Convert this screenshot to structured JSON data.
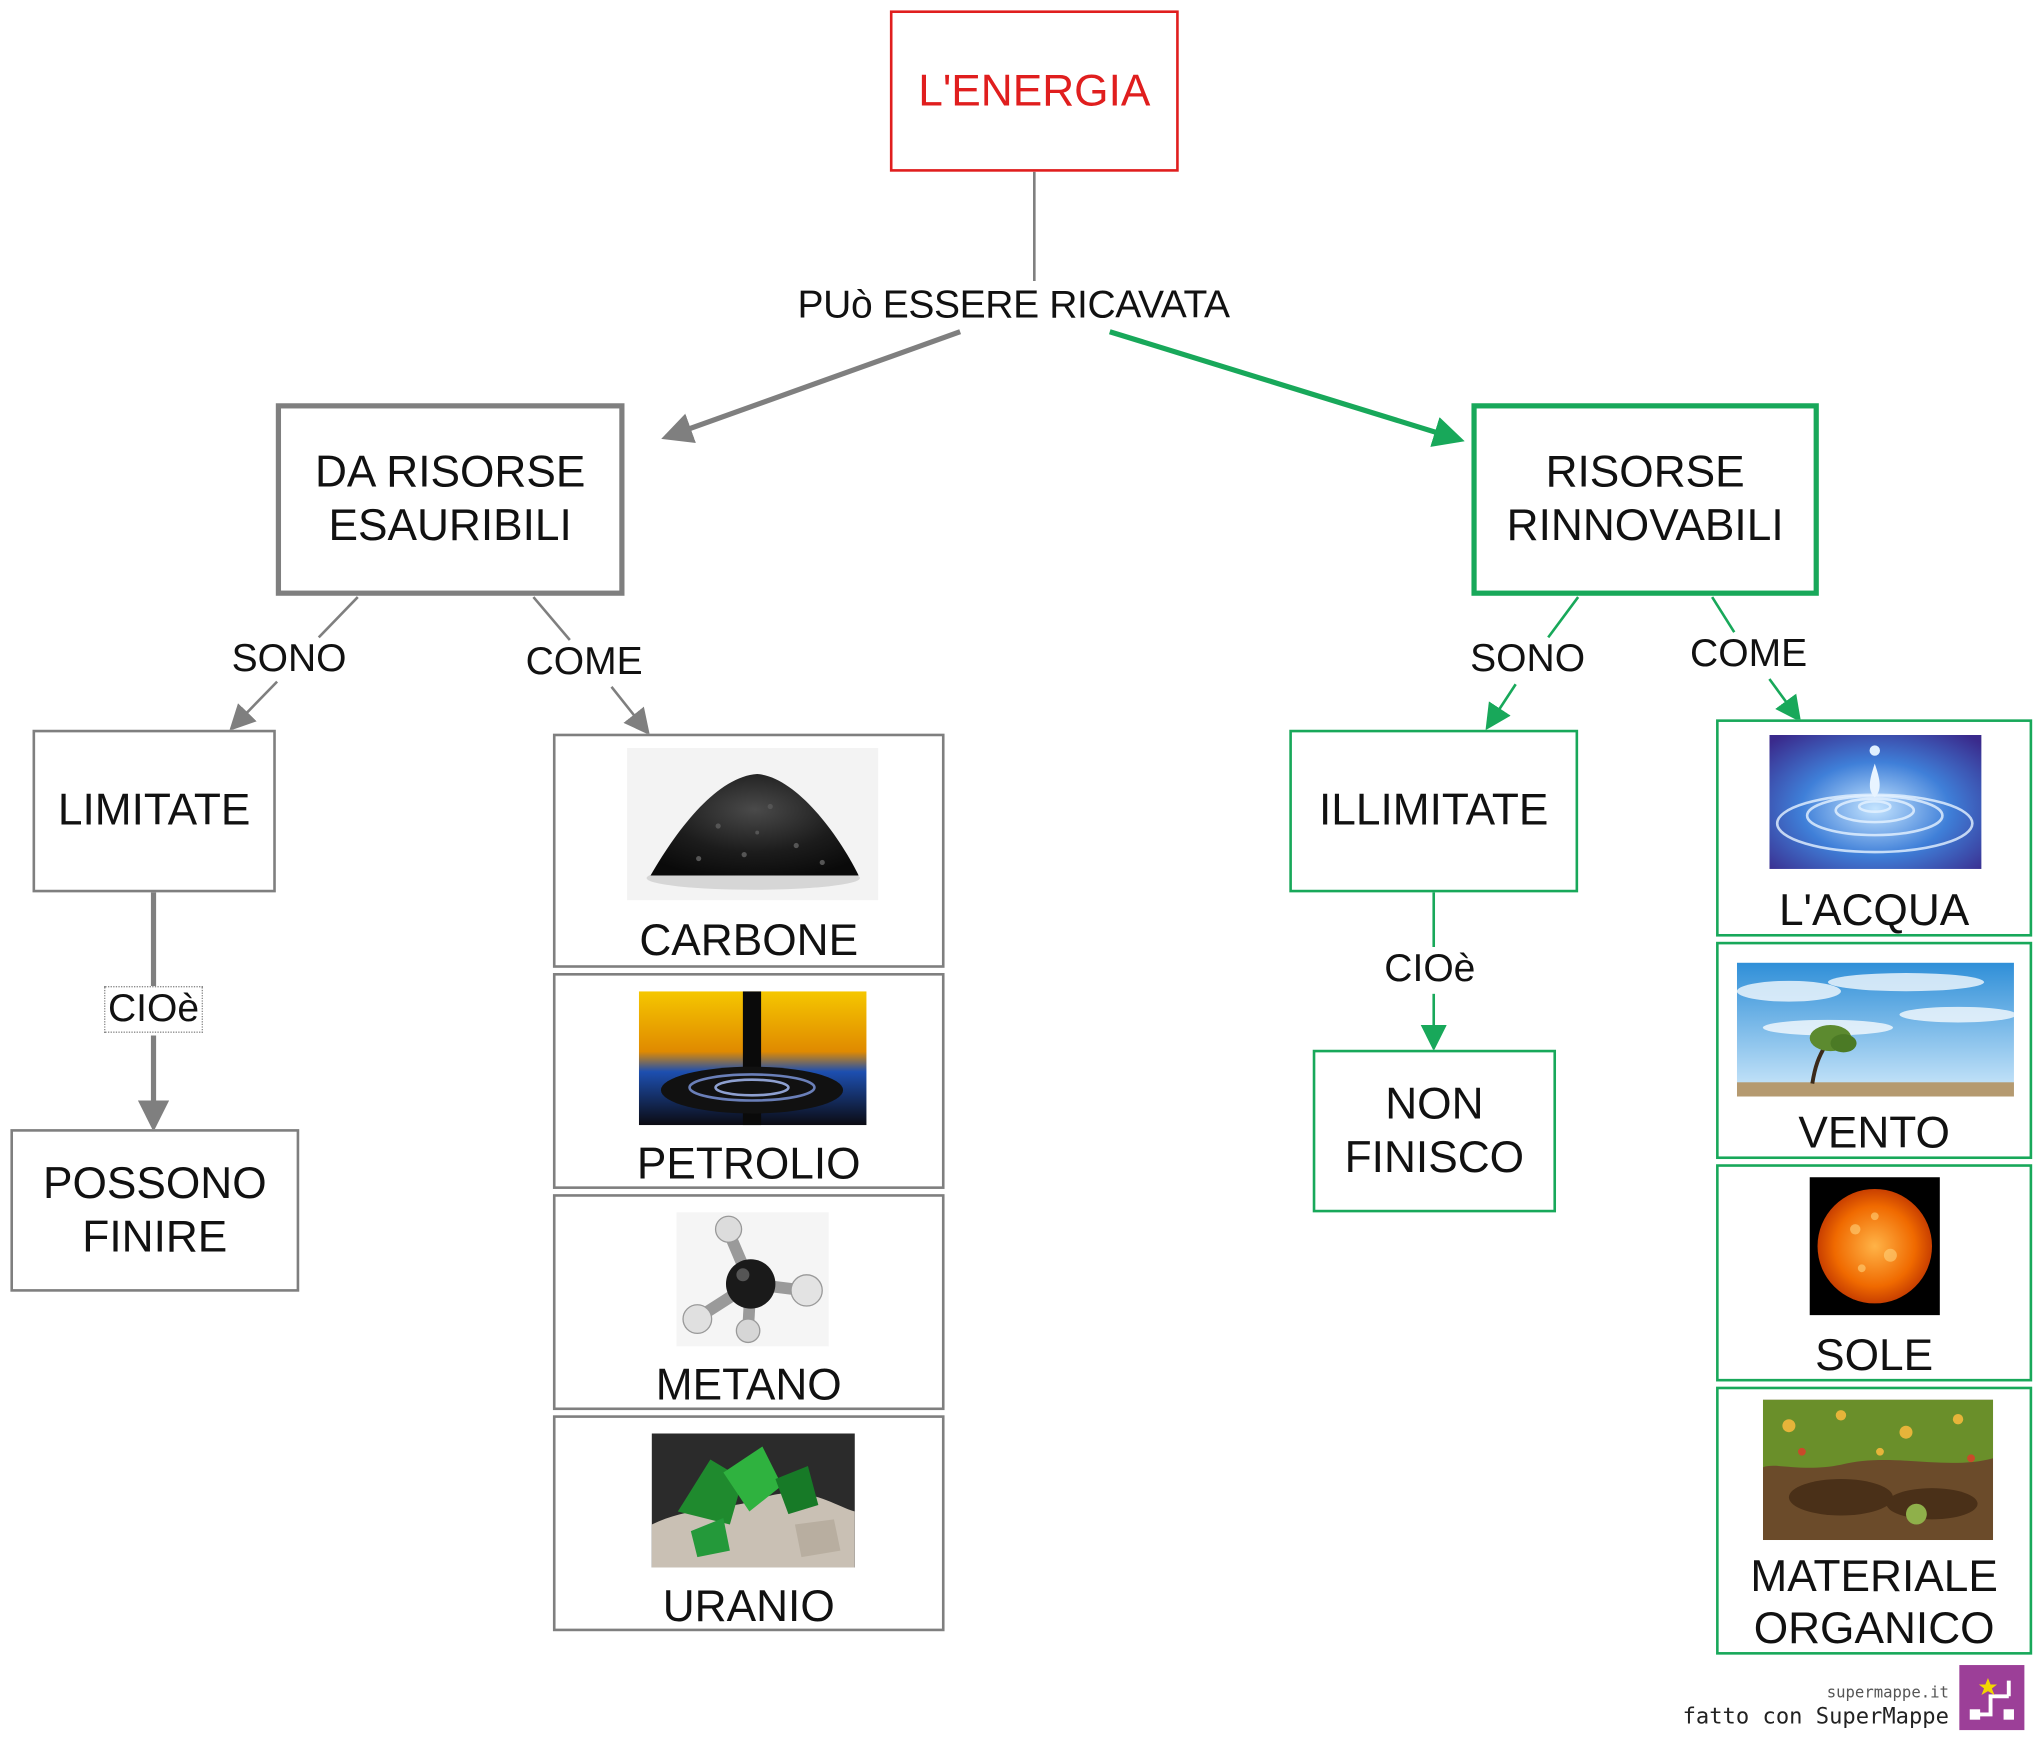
{
  "root": {
    "title": "L'ENERGIA"
  },
  "links": {
    "main": "PUò ESSERE RICAVATA",
    "sono": "SONO",
    "come": "COME",
    "cioe": "CIOè"
  },
  "left": {
    "category": "DA RISORSE ESAURIBILI",
    "property": "LIMITATE",
    "consequence": "POSSONO FINIRE",
    "examples": [
      {
        "label": "CARBONE",
        "icon": "coal-pile-image"
      },
      {
        "label": "PETROLIO",
        "icon": "oil-drop-image"
      },
      {
        "label": "METANO",
        "icon": "methane-molecule-image"
      },
      {
        "label": "URANIO",
        "icon": "uranium-mineral-image"
      }
    ]
  },
  "right": {
    "category": "RISORSE RINNOVABILI",
    "property": "ILLIMITATE",
    "consequence": "NON FINISCO",
    "examples": [
      {
        "label": "L'ACQUA",
        "icon": "water-drop-image"
      },
      {
        "label": "VENTO",
        "icon": "windy-sky-tree-image"
      },
      {
        "label": "SOLE",
        "icon": "sun-image"
      },
      {
        "label": "MATERIALE ORGANICO",
        "icon": "compost-image"
      }
    ]
  },
  "footer": {
    "site": "supermappe.it",
    "credit": "fatto con SuperMappe",
    "logo": "supermappe-logo-icon"
  },
  "colors": {
    "root": "#e01e1e",
    "exhaustible": "#7f7f7f",
    "renewable": "#18a85a",
    "logo": "#9c3f98"
  }
}
